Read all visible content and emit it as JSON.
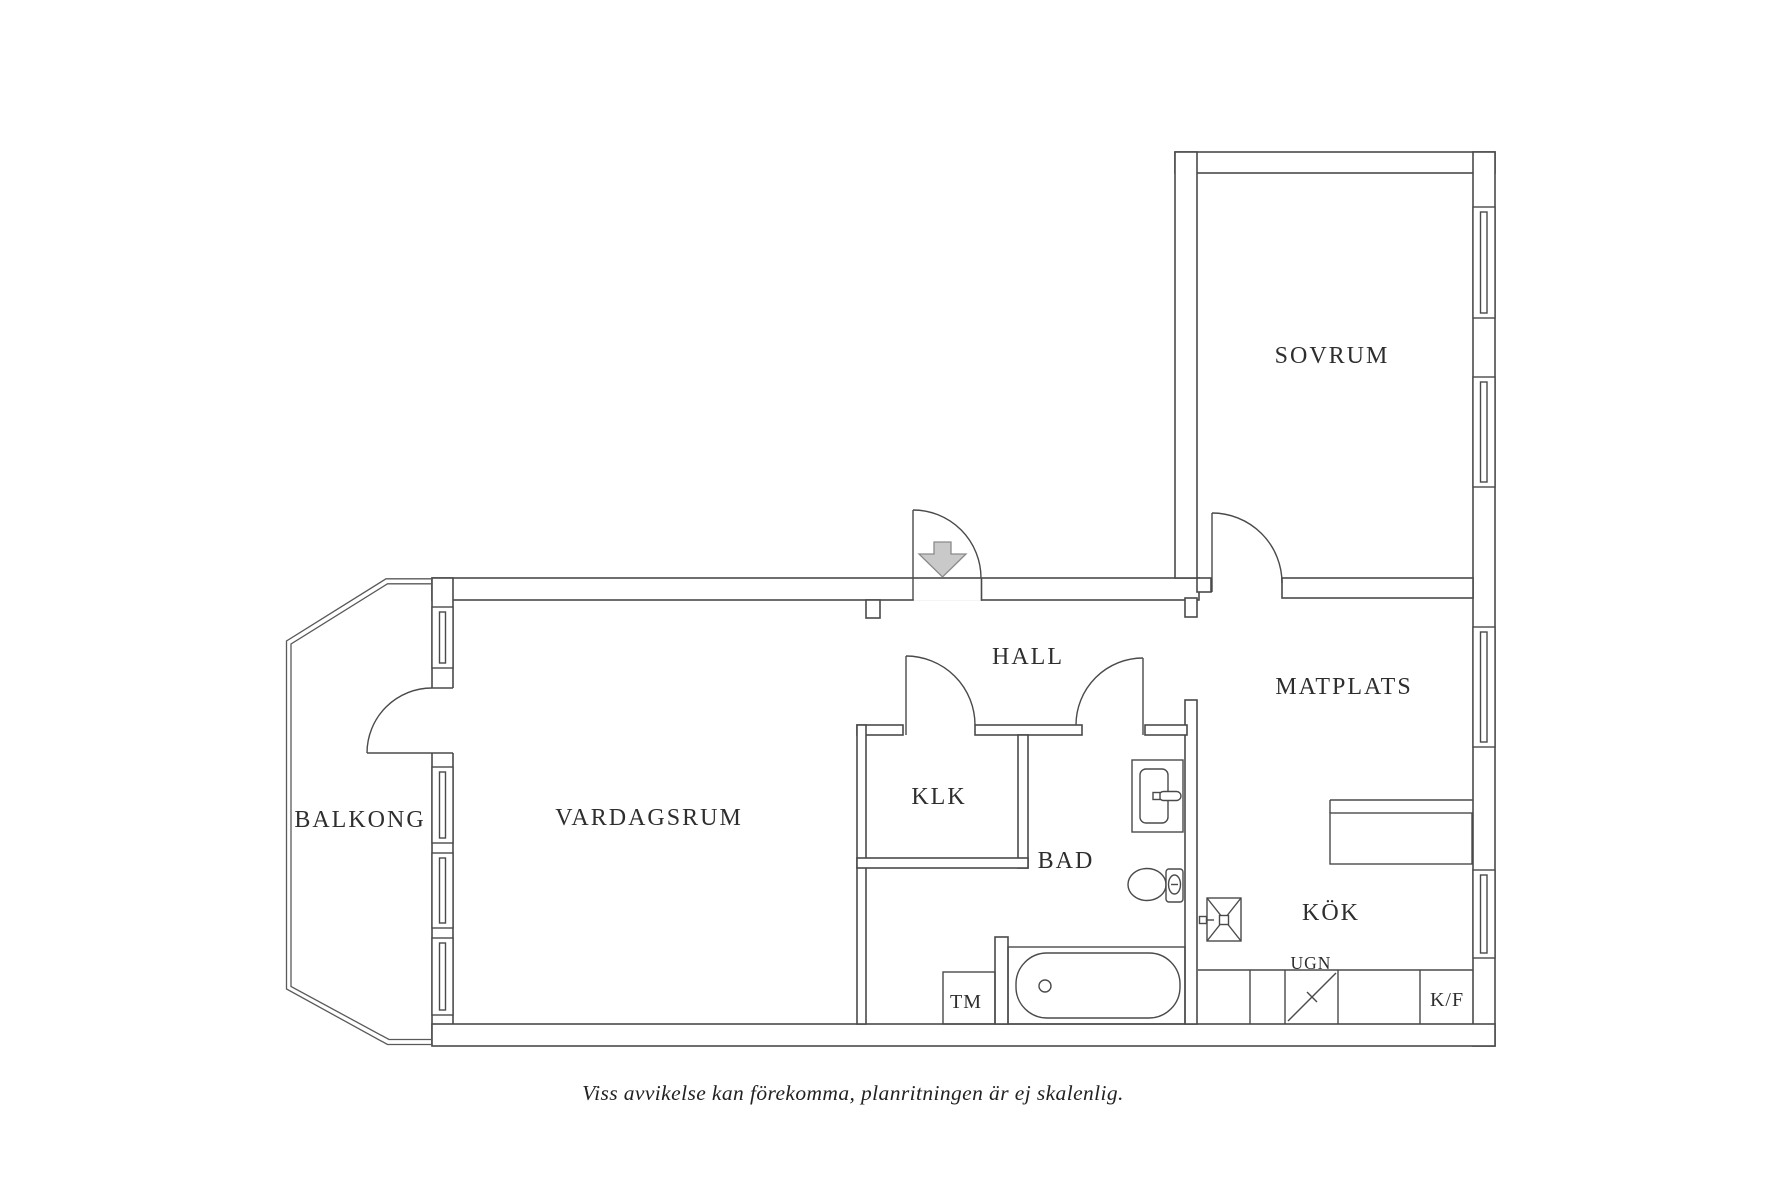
{
  "colors": {
    "background": "#ffffff",
    "line": "#4a4a4a",
    "text": "#2e2e2e",
    "arrow_fill": "#c9c9c9",
    "arrow_stroke": "#8a8a8a"
  },
  "floorplan": {
    "labels": {
      "sovrum": "SOVRUM",
      "hall": "HALL",
      "matplats": "MATPLATS",
      "vardagsrum": "VARDAGSRUM",
      "balkong": "BALKONG",
      "klk": "KLK",
      "bad": "BAD",
      "kok": "KÖK",
      "tm": "TM",
      "ugn": "UGN",
      "kf": "K/F"
    },
    "caption": "Viss avvikelse kan förekomma, planritningen är ej skalenlig."
  }
}
